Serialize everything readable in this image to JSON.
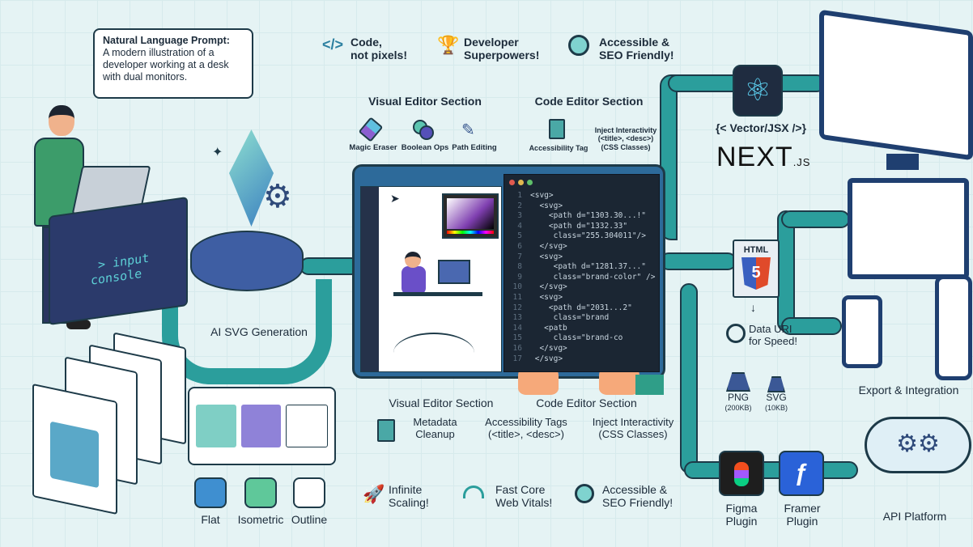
{
  "prompt": {
    "title": "Natural Language Prompt:",
    "text": "A modern illustration of a developer working at a desk with dual monitors."
  },
  "console": {
    "label": "> input\nconsole"
  },
  "top_badges": [
    {
      "icon": "code-icon",
      "label": "Code,\nnot pixels!"
    },
    {
      "icon": "trophy-icon",
      "label": "Developer\nSuperpowers!"
    },
    {
      "icon": "search-person-icon",
      "label": "Accessible &\nSEO Friendly!"
    }
  ],
  "generation": {
    "label": "AI SVG Generation"
  },
  "styles": [
    {
      "icon": "mountain-icon",
      "label": "Flat"
    },
    {
      "icon": "cube-icon",
      "label": "Isometric"
    },
    {
      "icon": "outline-person-icon",
      "label": "Outline"
    }
  ],
  "editor_top": {
    "visual_title": "Visual Editor Section",
    "code_title": "Code Editor Section",
    "tools": [
      "Magic Eraser",
      "Boolean Ops",
      "Path Editing"
    ],
    "code_tools": [
      "Accessibility Tag"
    ],
    "inject": "Inject Interactivity\n(<title>, <desc>)\n(CSS Classes)"
  },
  "code_lines": [
    "<svg>",
    "  <svg>",
    "    <path d=\"1303.30...!\"",
    "    <path d=\"1332.33\"",
    "     class=\"255.304011\"/>",
    "  </svg>",
    "  <svg>",
    "     <path d=\"1281.37...\"",
    "     class=\"brand-color\" />",
    "  </svg>",
    "  <svg>",
    "    <path d=\"2031...2\"",
    "     class=\"brand",
    "   <patb",
    "     class=\"brand-co",
    "  </svg>",
    " </svg>"
  ],
  "editor_bottom": {
    "visual_title": "Visual Editor Section",
    "code_title": "Code Editor Section",
    "metadata": "Metadata\nCleanup",
    "a11y": "Accessibility Tags\n(<title>, <desc>)",
    "inject": "Inject Interactivity\n(CSS Classes)"
  },
  "bottom_badges": [
    {
      "icon": "rocket-icon",
      "label": "Infinite\nScaling!"
    },
    {
      "icon": "gauge-icon",
      "label": "Fast Core\nWeb Vitals!"
    },
    {
      "icon": "search-person-icon",
      "label": "Accessible &\nSEO Friendly!"
    }
  ],
  "right": {
    "jsx": "{< Vector/JSX />}",
    "next": "NEXT",
    "next_suffix": ".JS",
    "html": "HTML",
    "data_uri": "Data URI\nfor Speed!",
    "png": "PNG",
    "png_size": "(200KB)",
    "svg": "SVG",
    "svg_size": "(10KB)",
    "export": "Export & Integration",
    "figma": "Figma\nPlugin",
    "framer": "Framer\nPlugin",
    "api": "API Platform"
  },
  "colors": {
    "teal": "#2b9e9c",
    "navy": "#1d3a48",
    "code_bg": "#1b2633",
    "purple": "#5b3fbf"
  }
}
